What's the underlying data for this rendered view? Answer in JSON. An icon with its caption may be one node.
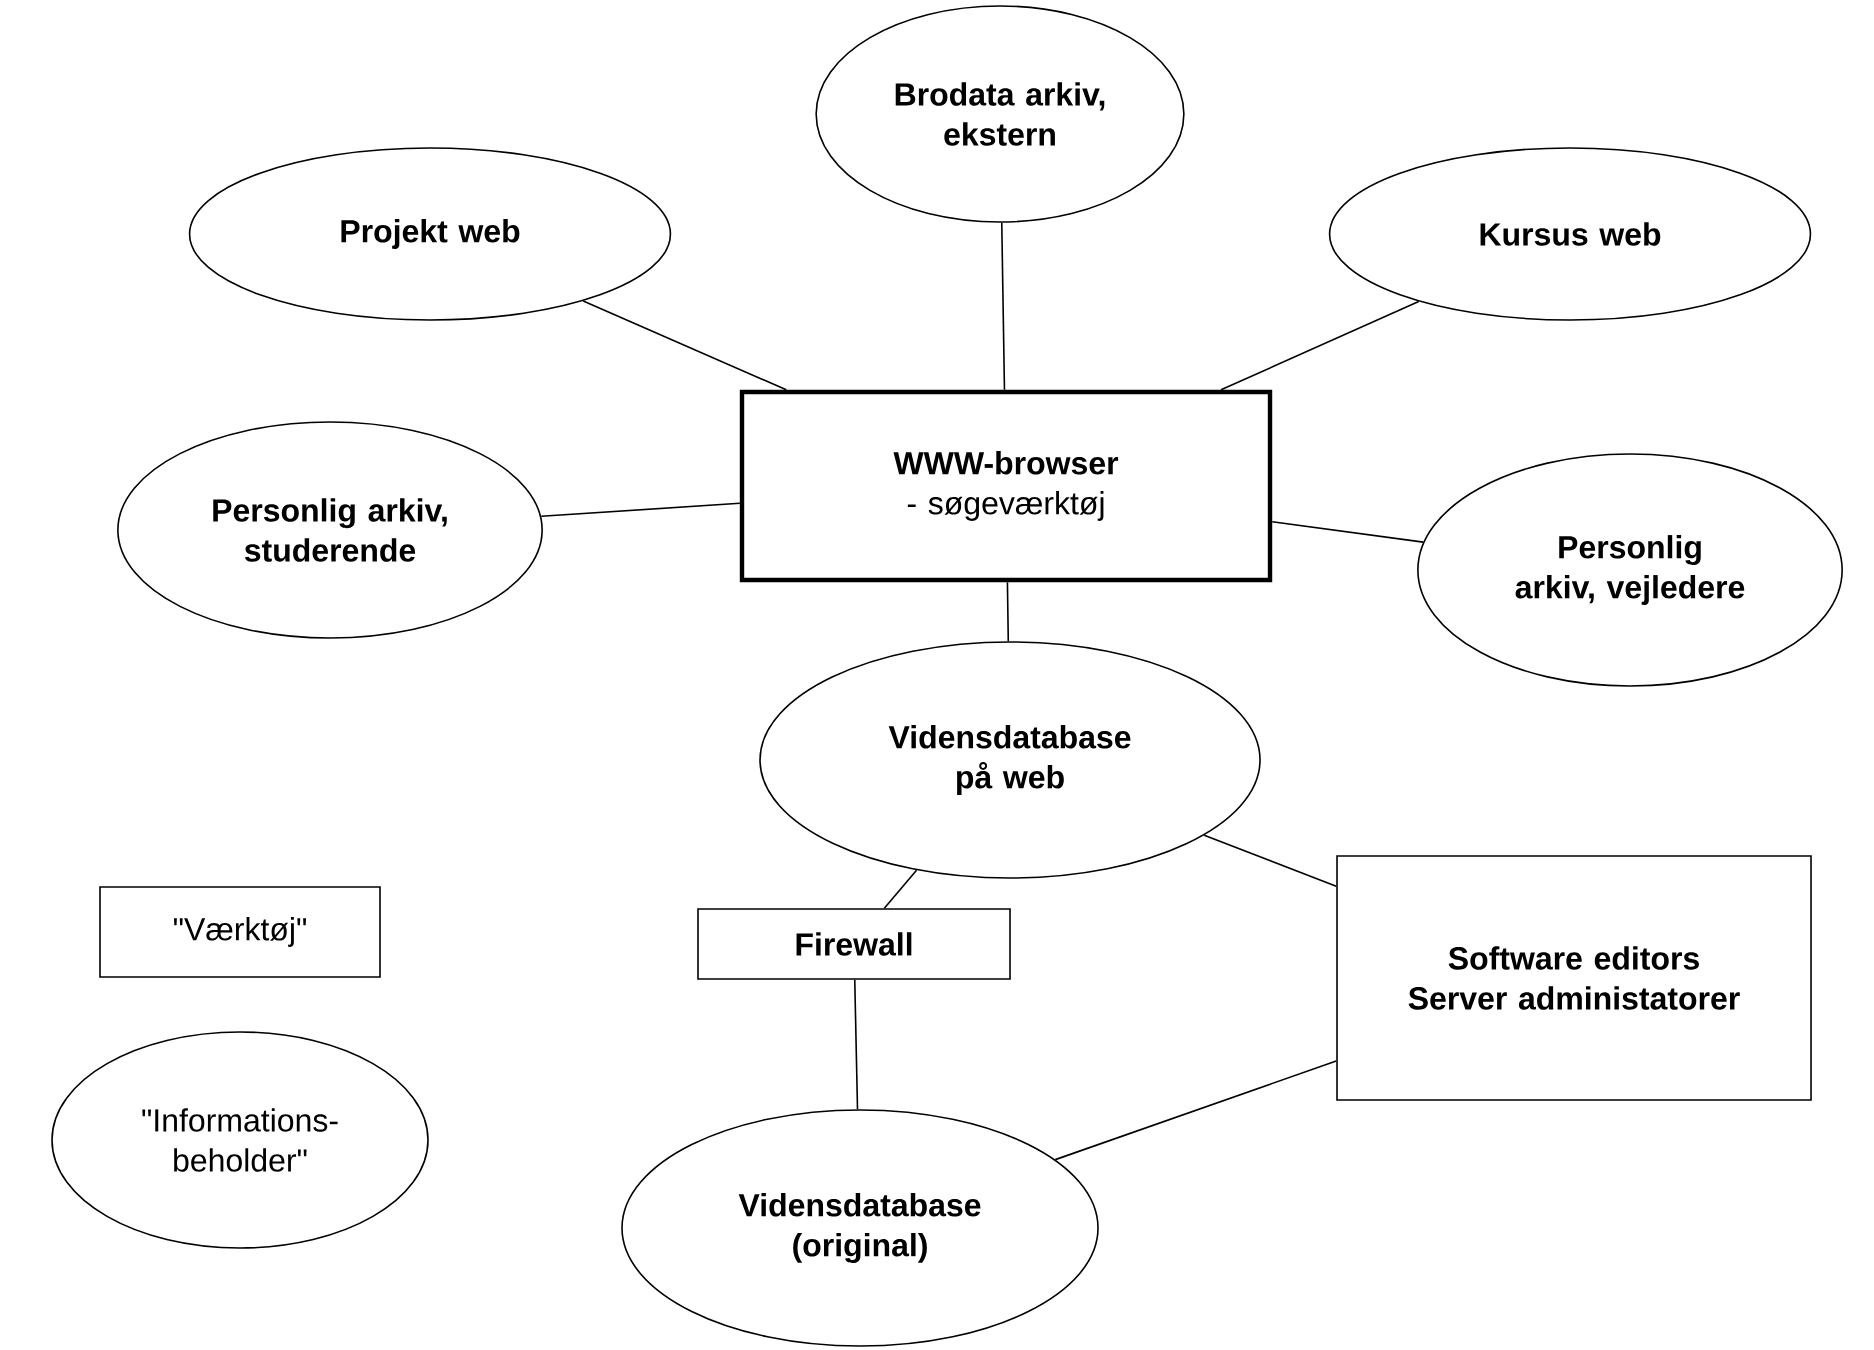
{
  "diagram": {
    "nodes": [
      {
        "text": [
          "Brodata arkiv, ekstern"
        ]
      },
      {
        "text": [
          "Projekt web"
        ]
      },
      {
        "text": [
          "Kursus web"
        ]
      },
      {
        "text": [
          "WWW-browser",
          "- søgeværktøj"
        ]
      },
      {
        "text": [
          "Personlig arkiv, studerende"
        ]
      },
      {
        "text": [
          "Personlig arkiv, vejledere"
        ]
      },
      {
        "text": [
          "Vidensdatabase på web"
        ]
      },
      {
        "text": [
          "\"Værktøj\""
        ]
      },
      {
        "text": [
          "Firewall"
        ]
      },
      {
        "text": [
          "Software editors Server administatorer"
        ]
      },
      {
        "text": [
          "\"Informations-beholder\""
        ]
      },
      {
        "text": [
          "Vidensdatabase (original)"
        ]
      }
    ],
    "edges": [
      {
        "from": 3,
        "to": 1,
        "arrow": "none"
      },
      {
        "from": 3,
        "to": 0,
        "arrow": "none"
      },
      {
        "from": 3,
        "to": 2,
        "arrow": "none"
      },
      {
        "from": 3,
        "to": 4,
        "arrow": "none"
      },
      {
        "from": 3,
        "to": 5,
        "arrow": "none"
      },
      {
        "from": 3,
        "to": 6,
        "arrow": "none"
      },
      {
        "from": 6,
        "to": 8,
        "arrow": "none"
      },
      {
        "from": 6,
        "to": 9,
        "arrow": "none"
      },
      {
        "from": 8,
        "to": 11,
        "arrow": "none"
      },
      {
        "from": 9,
        "to": 11,
        "arrow": "none"
      }
    ]
  }
}
